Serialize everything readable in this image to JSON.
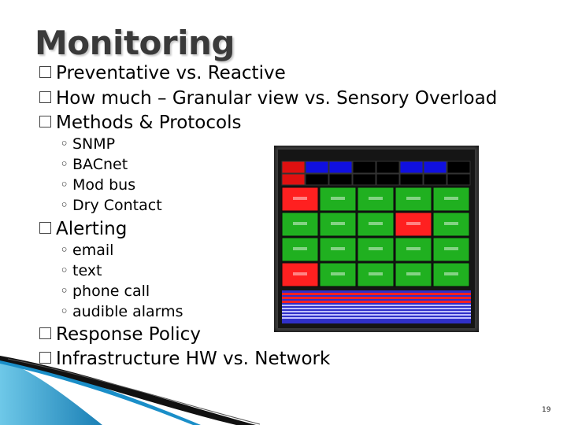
{
  "slide": {
    "title": "Monitoring",
    "page_number": "19",
    "bullets": [
      {
        "text": "Preventative vs. Reactive"
      },
      {
        "text": "How much – Granular view vs. Sensory Overload"
      },
      {
        "text": "Methods & Protocols"
      },
      {
        "text": "Alerting"
      },
      {
        "text": "Response Policy"
      },
      {
        "text": "Infrastructure HW vs. Network"
      }
    ],
    "methods": [
      "SNMP",
      "BACnet",
      "Mod bus",
      "Dry Contact"
    ],
    "alerting": [
      "email",
      "text",
      "phone call",
      "audible alarms"
    ]
  },
  "screenshot": {
    "top_row_colors": [
      "#e01010",
      "#1010e0",
      "#1010e0",
      "#000000",
      "#000000",
      "#1010e0",
      "#1010e0",
      "#000000"
    ],
    "grid_colors": [
      [
        "#ff2020",
        "#20b020",
        "#20b020",
        "#20b020",
        "#20b020"
      ],
      [
        "#20b020",
        "#20b020",
        "#20b020",
        "#ff2020",
        "#20b020"
      ],
      [
        "#20b020",
        "#20b020",
        "#20b020",
        "#20b020",
        "#20b020"
      ],
      [
        "#ff2020",
        "#20b020",
        "#20b020",
        "#20b020",
        "#20b020"
      ]
    ]
  }
}
